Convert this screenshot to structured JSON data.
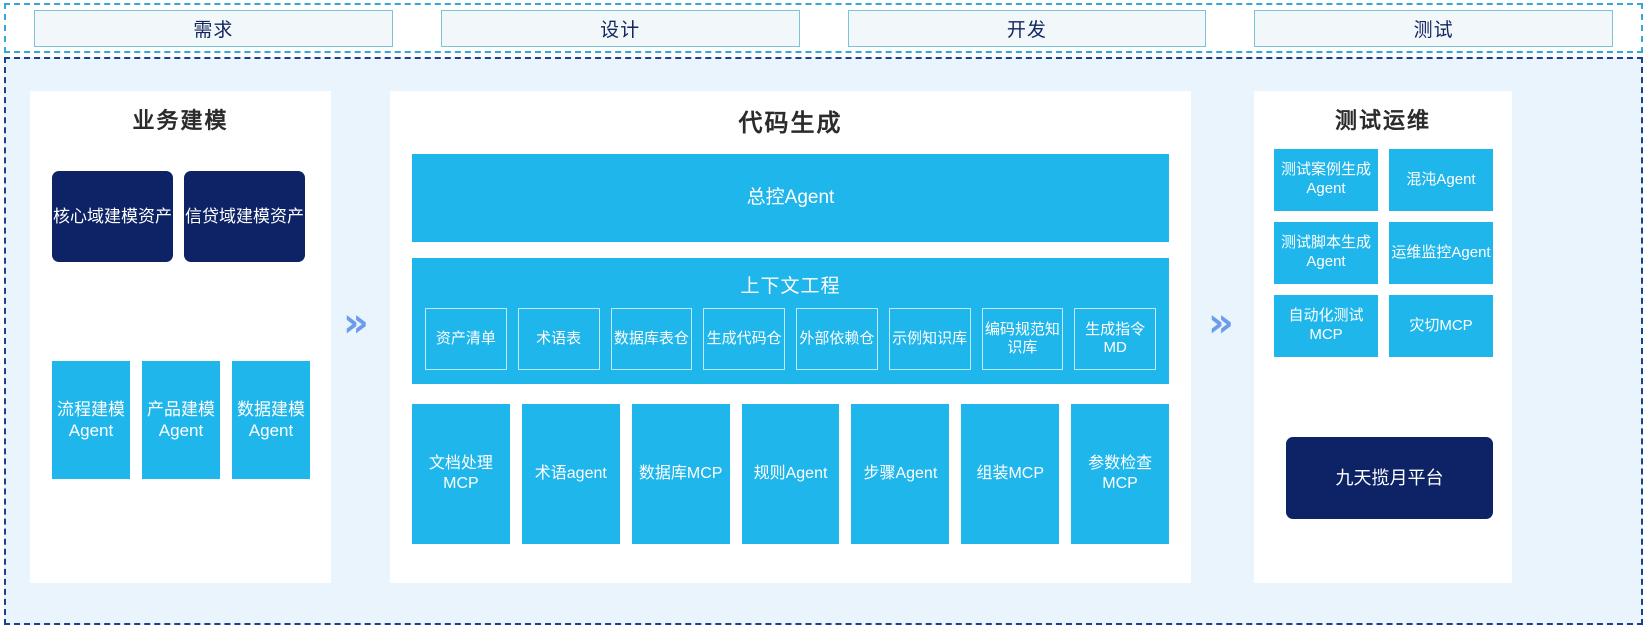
{
  "stages": {
    "items": [
      {
        "label": "需求"
      },
      {
        "label": "设计"
      },
      {
        "label": "开发"
      },
      {
        "label": "测试"
      }
    ]
  },
  "separators": {
    "chevron_glyph": "»",
    "chevron_color": "#6d9ceb"
  },
  "colors": {
    "cyan_card": "#1fb6eb",
    "navy_card": "#0d2366",
    "panel_bg": "#ffffff",
    "canvas_bg": "#e9f4fc",
    "stage_fill": "#f2f7fa",
    "stage_border": "#7cc2d8",
    "outer_dash": "#36a8d8",
    "main_dash": "#1f3f8c"
  },
  "panels": {
    "left": {
      "title": "业务建模",
      "assets": [
        {
          "label": "核心域建模资产"
        },
        {
          "label": "信贷域建模资产"
        }
      ],
      "agents": [
        {
          "label": "流程建模Agent"
        },
        {
          "label": "产品建模Agent"
        },
        {
          "label": "数据建模Agent"
        }
      ]
    },
    "middle": {
      "title": "代码生成",
      "master_agent": "总控Agent",
      "context": {
        "title": "上下文工程",
        "items": [
          {
            "label": "资产清单"
          },
          {
            "label": "术语表"
          },
          {
            "label": "数据库表仓"
          },
          {
            "label": "生成代码仓"
          },
          {
            "label": "外部依赖仓"
          },
          {
            "label": "示例知识库"
          },
          {
            "label": "编码规范知识库"
          },
          {
            "label": "生成指令MD"
          }
        ]
      },
      "tools": [
        {
          "label": "文档处理MCP"
        },
        {
          "label": "术语agent"
        },
        {
          "label": "数据库MCP"
        },
        {
          "label": "规则Agent"
        },
        {
          "label": "步骤Agent"
        },
        {
          "label": "组装MCP"
        },
        {
          "label": "参数检查MCP"
        }
      ]
    },
    "right": {
      "title": "测试运维",
      "items": [
        {
          "label": "测试案例生成Agent"
        },
        {
          "label": "混沌Agent"
        },
        {
          "label": "测试脚本生成Agent"
        },
        {
          "label": "运维监控Agent"
        },
        {
          "label": "自动化测试MCP"
        },
        {
          "label": "灾切MCP"
        }
      ],
      "platform": "九天揽月平台"
    }
  }
}
